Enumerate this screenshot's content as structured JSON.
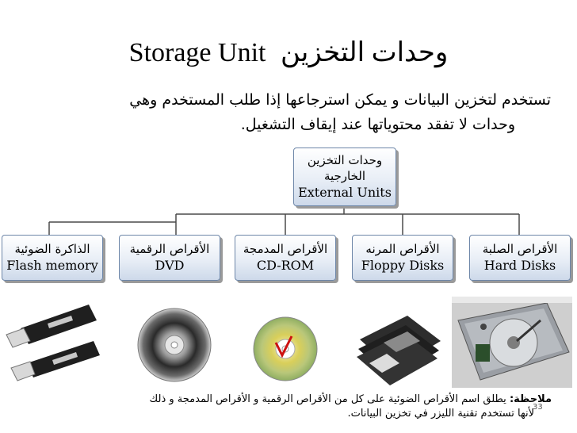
{
  "title": {
    "en": "Storage Unit",
    "ar": "وحدات التخزين"
  },
  "description": {
    "line1": "تستخدم لتخزين البيانات و يمكن استرجاعها إذا طلب المستخدم وهي",
    "line2": "وحدات لا تفقد محتوياتها عند إيقاف التشغيل."
  },
  "root_node": {
    "ar_line1": "وحدات التخزين",
    "ar_line2": "الخارجية",
    "en": "External Units"
  },
  "children": [
    {
      "ar": "الأقراص الصلبة",
      "en": "Hard Disks",
      "icon": "hard-disk-image"
    },
    {
      "ar": "الأقراص المرنه",
      "en": "Floppy Disks",
      "icon": "floppy-disks-image"
    },
    {
      "ar": "الأقراص المدمجة",
      "en": "CD-ROM",
      "icon": "cd-rom-image"
    },
    {
      "ar": "الأقراص الرقمية",
      "en": "DVD",
      "icon": "dvd-image"
    },
    {
      "ar": "الذاكرة الضوئية",
      "en": "Flash memory",
      "icon": "flash-memory-image"
    }
  ],
  "note": {
    "label": "ملاحظة:",
    "line1": "يطلق اسم الأقراص الضوئية على كل من الأقراص الرقمية و الأقراص المدمجة و ذلك",
    "line2": "لأنها تستخدم تقنية الليزر في تخزين البيانات."
  },
  "page_number": "33",
  "colors": {
    "box_border": "#6d86a8",
    "box_fill": "#dbe4f0",
    "connector": "#4a4a4a"
  }
}
